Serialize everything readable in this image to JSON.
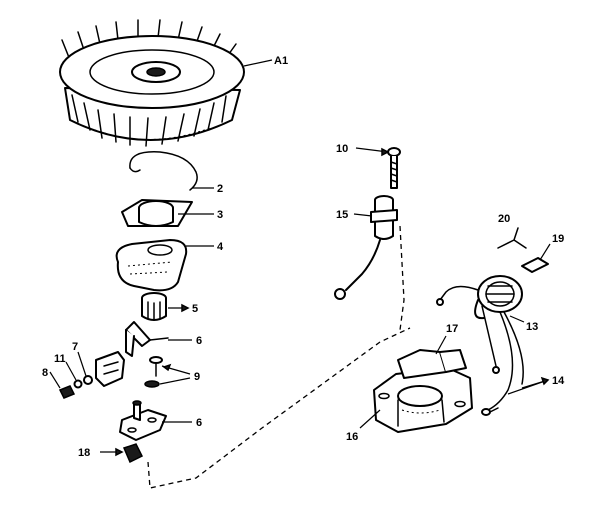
{
  "callouts": {
    "a1": "A1",
    "p2": "2",
    "p3": "3",
    "p4": "4",
    "p5": "5",
    "p6a": "6",
    "p6b": "6",
    "p7": "7",
    "p8": "8",
    "p9": "9",
    "p10": "10",
    "p11": "11",
    "p13": "13",
    "p14": "14",
    "p15": "15",
    "p16": "16",
    "p17": "17",
    "p18": "18",
    "p19": "19",
    "p20": "20"
  },
  "colors": {
    "ink": "#000000",
    "paper": "#ffffff"
  }
}
